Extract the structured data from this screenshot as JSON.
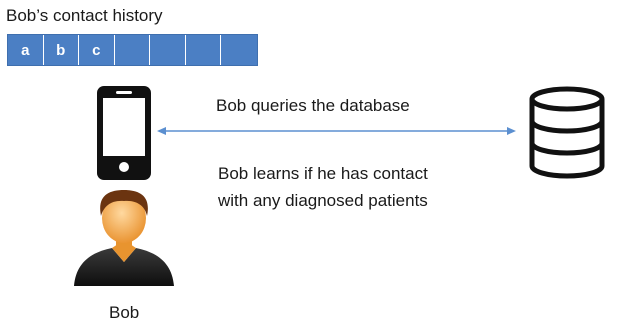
{
  "history": {
    "title": "Bob’s contact history",
    "cells": [
      "a",
      "b",
      "c",
      "",
      "",
      "",
      ""
    ]
  },
  "arrow": {
    "top_label": "Bob queries the database",
    "bottom_label_line1": "Bob learns if he has contact",
    "bottom_label_line2": "with any diagnosed patients",
    "color": "#5b8fd0"
  },
  "person": {
    "label": "Bob",
    "skin_color": "#f3a64a",
    "hair_color": "#6b3410",
    "shirt_color": "#161616"
  },
  "icons": {
    "phone": "smartphone-icon",
    "database": "database-icon",
    "person": "person-icon"
  }
}
